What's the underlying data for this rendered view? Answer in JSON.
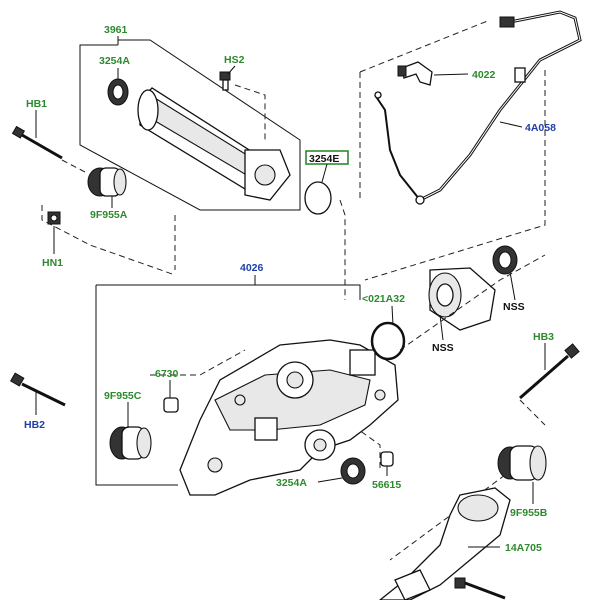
{
  "callouts": {
    "c3961": "3961",
    "c3254a_top": "3254A",
    "chs2": "HS2",
    "chb1": "HB1",
    "c3254e": "3254E",
    "c9f955a": "9F955A",
    "chn1": "HN1",
    "c4022": "4022",
    "c4a058": "4A058",
    "c4026": "4026",
    "c4021a32": "<021A32",
    "cnss1": "NSS",
    "cnss2": "NSS",
    "chb3": "HB3",
    "c6730": "6730",
    "c9f955c": "9F955C",
    "chb2": "HB2",
    "c3254a_bot": "3254A",
    "c56615": "56615",
    "c9f955b": "9F955B",
    "c14a705": "14A705"
  },
  "colors": {
    "green_label": "#2e8a2e",
    "blue_label": "#1e3fa8",
    "black_label": "#111111",
    "highlight_box": "#2e8a2e"
  }
}
